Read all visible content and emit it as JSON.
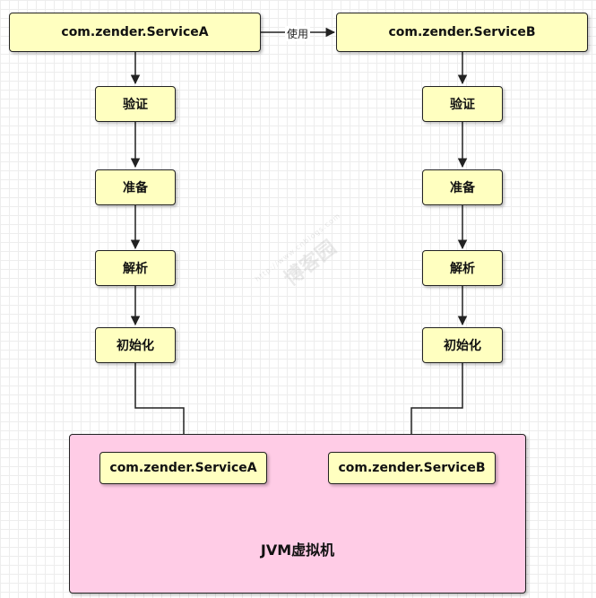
{
  "service_a": {
    "title": "com.zender.ServiceA",
    "steps": [
      "验证",
      "准备",
      "解析",
      "初始化"
    ]
  },
  "service_b": {
    "title": "com.zender.ServiceB",
    "steps": [
      "验证",
      "准备",
      "解析",
      "初始化"
    ]
  },
  "edge_label": "使用",
  "jvm": {
    "label": "JVM虚拟机",
    "class_a": "com.zender.ServiceA",
    "class_b": "com.zender.ServiceB"
  },
  "watermark": {
    "url": "http://www.cnblogs.com",
    "text": "博客园"
  },
  "colors": {
    "box_fill": "#ffffc0",
    "jvm_fill": "#ffcce6",
    "stroke": "#222222"
  }
}
